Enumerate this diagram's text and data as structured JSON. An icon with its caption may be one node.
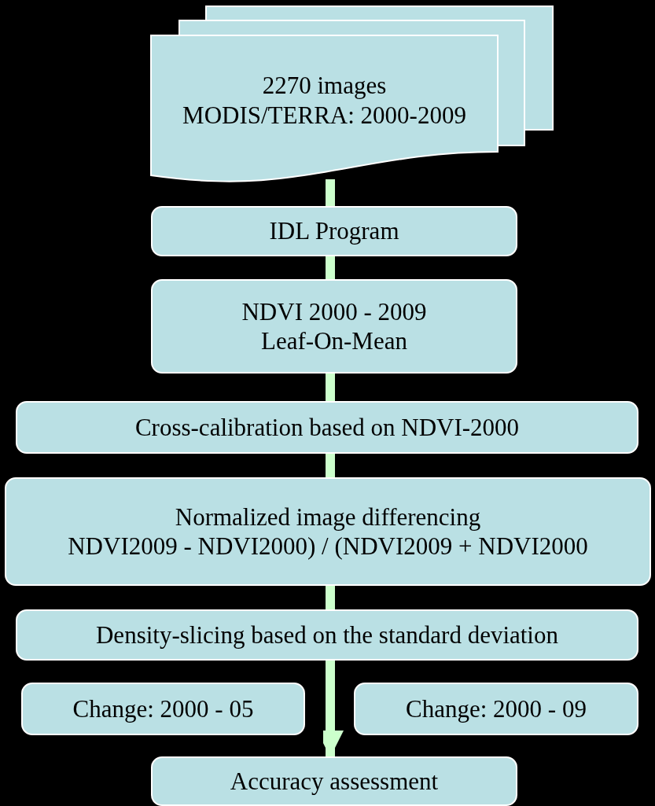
{
  "diagram": {
    "nodes": [
      {
        "text": [
          "2270 images",
          "MODIS/TERRA: 2000-2009"
        ]
      },
      {
        "text": [
          "IDL Program"
        ]
      },
      {
        "text": [
          "NDVI 2000 - 2009",
          "Leaf-On-Mean"
        ]
      },
      {
        "text": [
          "Cross-calibration based on NDVI-2000"
        ]
      },
      {
        "text": [
          "Normalized image differencing",
          "NDVI2009 - NDVI2000) / (NDVI2009 + NDVI2000"
        ]
      },
      {
        "text": [
          "Density-slicing based on the standard deviation"
        ]
      },
      {
        "text": [
          "Change: 2000 - 05"
        ]
      },
      {
        "text": [
          "Change: 2000 - 09"
        ]
      },
      {
        "text": [
          "Accuracy assessment"
        ]
      }
    ],
    "edges": [
      {
        "from": 0,
        "to": 1,
        "arrow": "none"
      },
      {
        "from": 1,
        "to": 2,
        "arrow": "none"
      },
      {
        "from": 2,
        "to": 3,
        "arrow": "none"
      },
      {
        "from": 3,
        "to": 4,
        "arrow": "none"
      },
      {
        "from": 4,
        "to": 5,
        "arrow": "none"
      },
      {
        "from": 5,
        "to": 8,
        "arrow": "to"
      }
    ]
  }
}
